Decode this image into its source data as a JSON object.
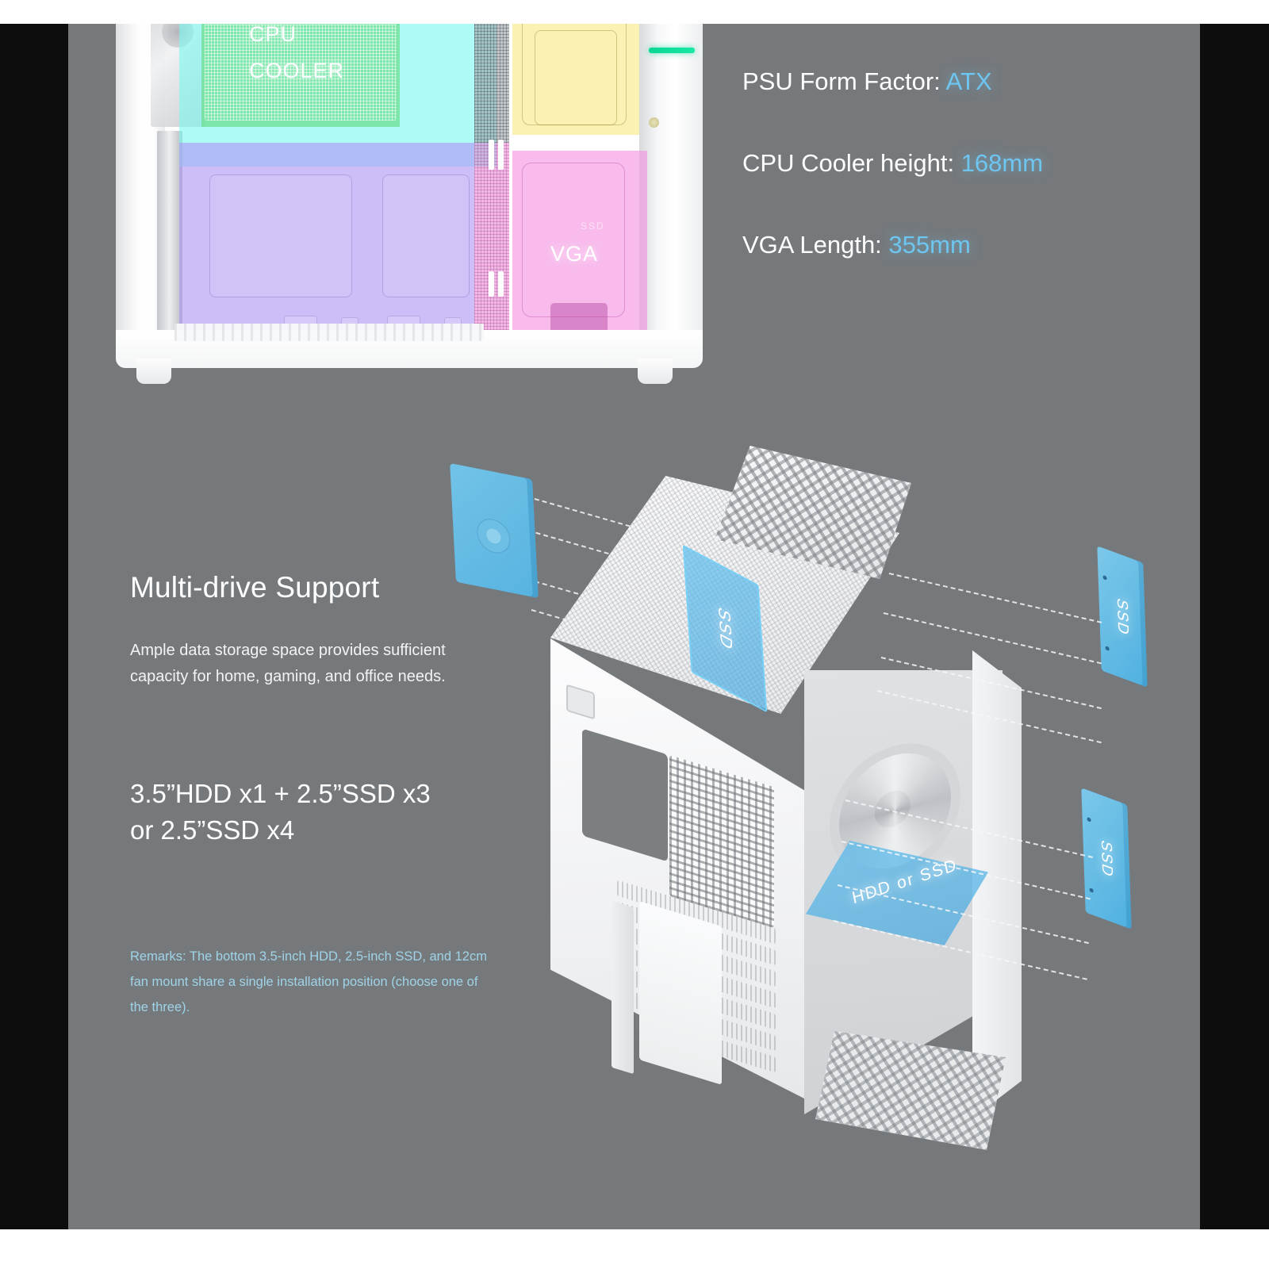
{
  "specs": [
    {
      "label": "PSU Form Factor: ",
      "value": "ATX"
    },
    {
      "label": "CPU Cooler height: ",
      "value": "168mm"
    },
    {
      "label": "VGA Length: ",
      "value": "355mm"
    }
  ],
  "zones": {
    "cpu_cooler_line1": "CPU",
    "cpu_cooler_line2": "COOLER",
    "vga": "VGA",
    "ssd_small": "SSD"
  },
  "feature": {
    "heading": "Multi-drive Support",
    "body": "Ample data storage space provides sufficient capacity for home, gaming, and office needs.",
    "drive_config_line1": "3.5”HDD x1 + 2.5”SSD x3",
    "drive_config_line2": "or 2.5”SSD x4",
    "remarks": "Remarks: The bottom 3.5-inch HDD, 2.5-inch SSD, and 12cm fan mount share a single installation position (choose one of the three)."
  },
  "drive_markers": {
    "top_ssd": "SSD",
    "bottom_tray": "HDD or SSD",
    "right_ssd_1": "SSD",
    "right_ssd_2": "SSD"
  },
  "colors": {
    "background": "#75797c",
    "letterbox": "#0d0d0d",
    "accent_blue": "#6ec6f0",
    "remarks_blue": "#9fd3e8",
    "drive_blue": "#57b3e0",
    "zone_cpu_cooler": "#68de8c",
    "zone_cyan": "#7df7f0",
    "zone_motherboard": "#b096f3",
    "zone_psu": "#f8ed9e",
    "zone_vga": "#f391e1",
    "led_green": "#0ad694"
  }
}
